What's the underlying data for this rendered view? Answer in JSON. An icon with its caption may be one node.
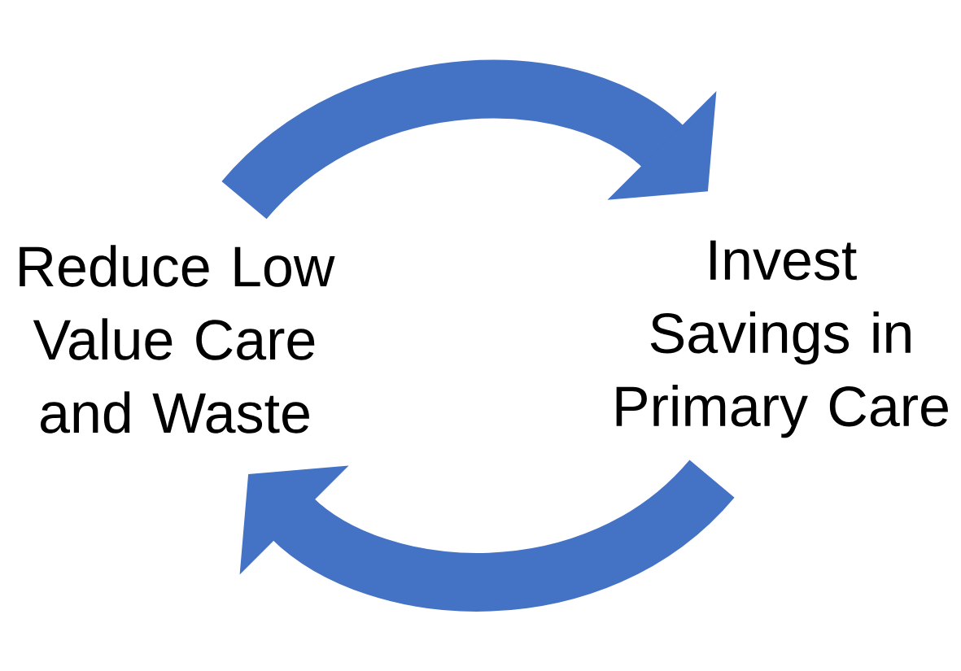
{
  "diagram": {
    "nodes": [
      {
        "text": [
          "Reduce Low Value Care and Waste"
        ]
      },
      {
        "text": [
          "Invest Savings in Primary Care"
        ]
      }
    ],
    "edges": [
      {
        "from": 0,
        "to": 1,
        "arrow": "to"
      },
      {
        "from": 1,
        "to": 0,
        "arrow": "to"
      }
    ]
  }
}
